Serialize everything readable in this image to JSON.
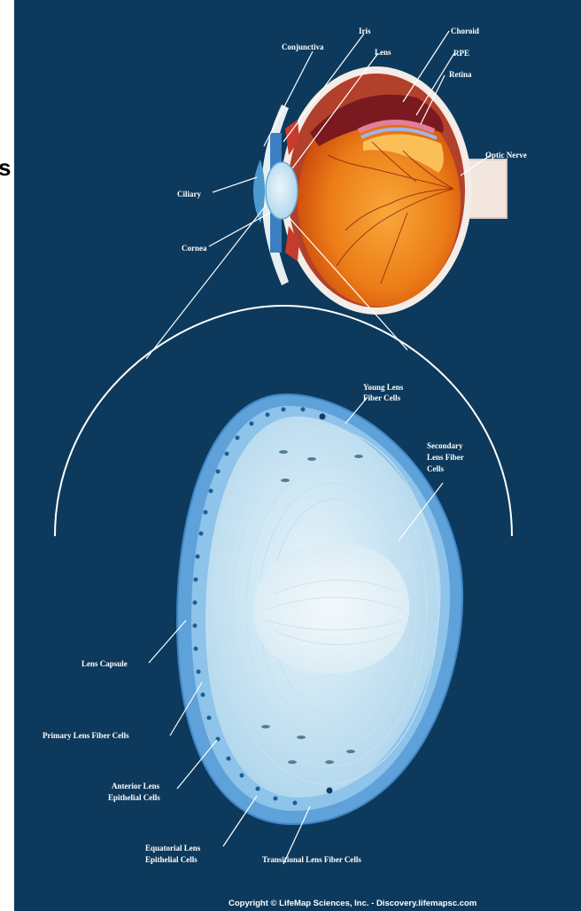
{
  "colors": {
    "background": "#0d3a5c",
    "eye_interior": "#e97a14",
    "lens_outer": "#7fb6e3",
    "lens_core": "#e4f1f7",
    "label": "#ffffff"
  },
  "eye_labels": {
    "conjunctiva": "Conjunctiva",
    "iris": "Iris",
    "lens": "Lens",
    "choroid": "Choroid",
    "rpe": "RPE",
    "retina": "Retina",
    "optic_nerve": "Optic Nerve",
    "ciliary_body": "Ciliary",
    "cornea": "Cornea"
  },
  "lens_labels": {
    "young_fibers_1": "Young Lens",
    "young_fibers_2": "Fiber Cells",
    "secondary_fibers_1": "Secondary",
    "secondary_fibers_2": "Lens Fiber",
    "secondary_fibers_3": "Cells",
    "lens_capsule": "Lens Capsule",
    "primary_fibers": "Primary Lens Fiber Cells",
    "anterior_epithelial_1": "Anterior Lens",
    "anterior_epithelial_2": "Epithelial Cells",
    "equatorial_epithelial_1": "Equatorial Lens",
    "equatorial_epithelial_2": "Epithelial Cells",
    "transitional_fibers": "Transitional Lens Fiber Cells"
  },
  "copyright": "Copyright © LifeMap Sciences, Inc. - Discovery.lifemapsc.com",
  "stray_text": "s"
}
